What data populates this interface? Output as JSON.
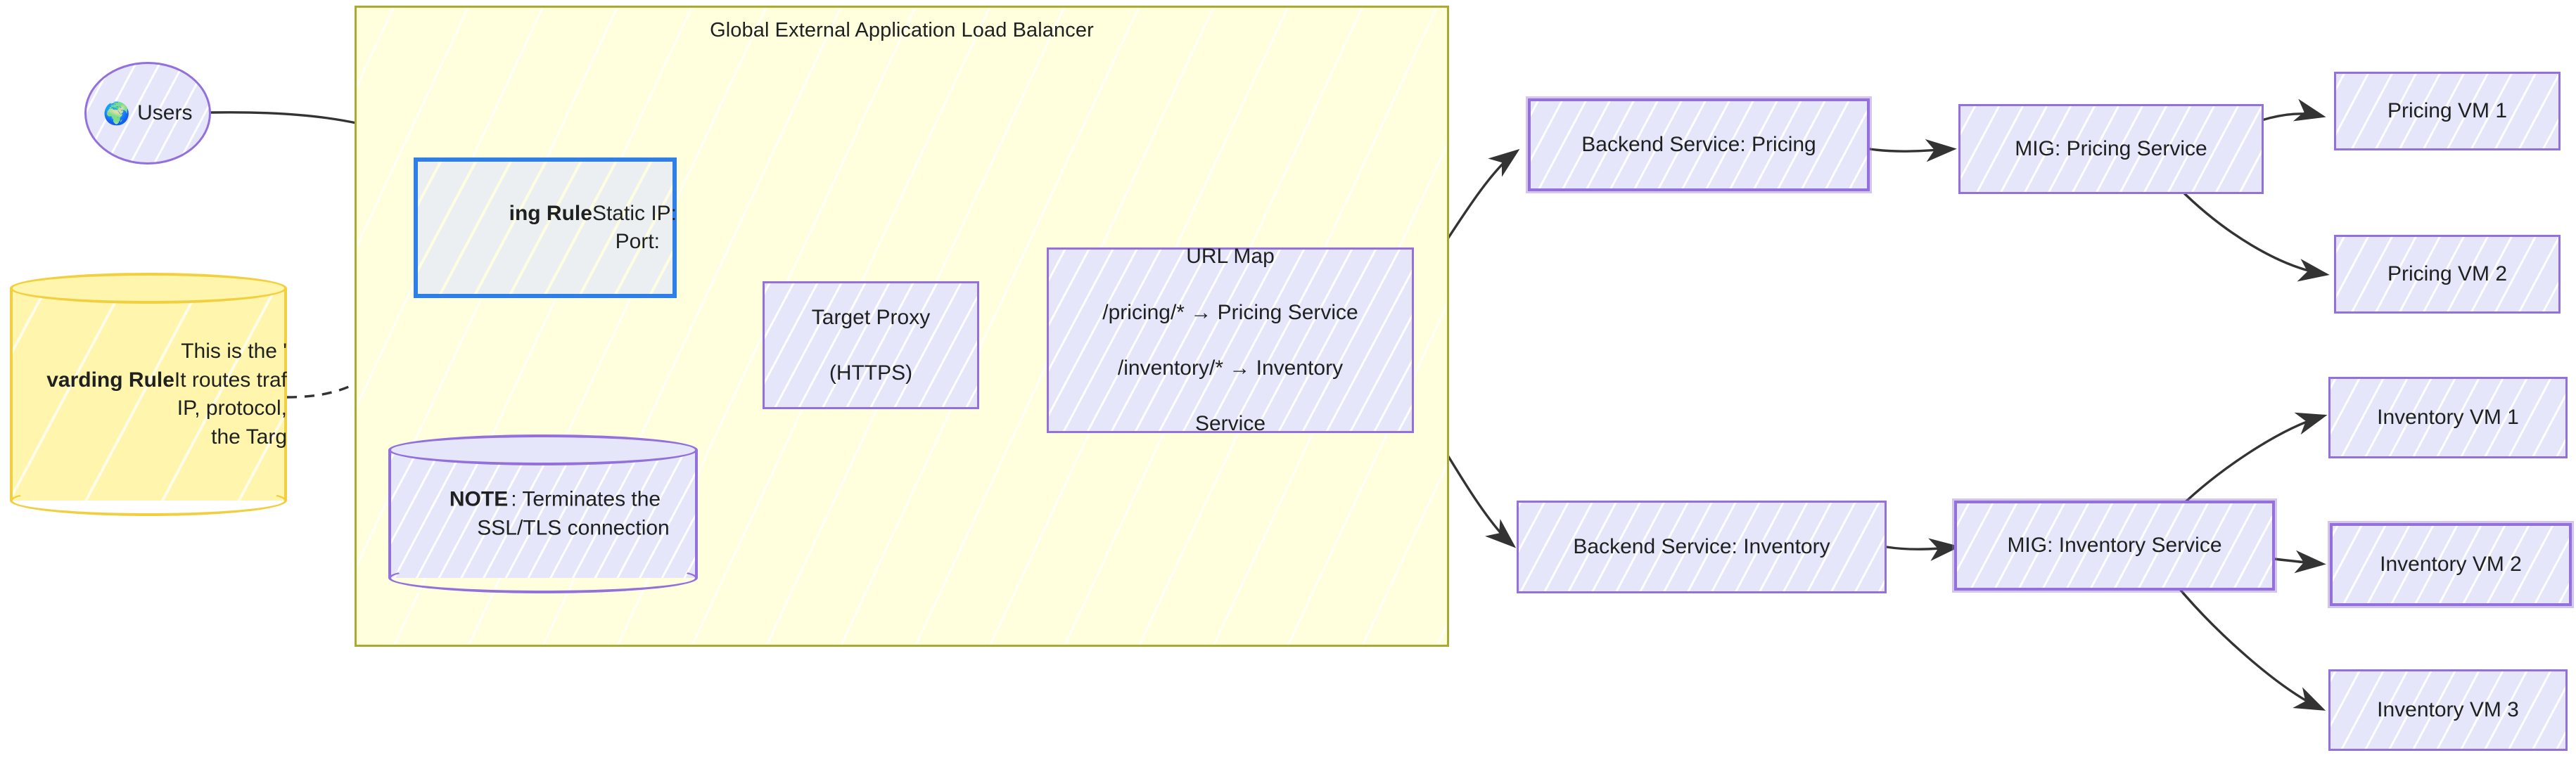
{
  "diagram": {
    "type": "flowchart",
    "subgraph": {
      "title": "Global External Application Load Balancer"
    },
    "nodes": {
      "users": {
        "label": "Users",
        "icon": "globe-icon"
      },
      "forwarding_rule": {
        "line1_bold": "ing Rule",
        "line1_rest": "Static IP:",
        "line2": "Port:"
      },
      "note_forwarding": {
        "line1": "This is the '",
        "line2_bold": "varding Rule",
        "line2_rest": "It routes traf",
        "line3": "IP, protocol,",
        "line4": "the Targ"
      },
      "target_proxy": {
        "line1": "Target Proxy",
        "line2": "(HTTPS)"
      },
      "note_proxy": {
        "bold": "NOTE",
        "line1_rest": ": Terminates the",
        "line2": "SSL/TLS connection"
      },
      "url_map": {
        "line1": "URL Map",
        "line2": "/pricing/* → Pricing Service",
        "line3": "/inventory/* → Inventory",
        "line4": "Service"
      },
      "backend_pricing": {
        "label": "Backend Service: Pricing"
      },
      "backend_inventory": {
        "label": "Backend Service: Inventory"
      },
      "mig_pricing": {
        "label": "MIG: Pricing Service"
      },
      "mig_inventory": {
        "label": "MIG: Inventory Service"
      },
      "pricing_vm_1": {
        "label": "Pricing VM 1"
      },
      "pricing_vm_2": {
        "label": "Pricing VM 2"
      },
      "inventory_vm_1": {
        "label": "Inventory VM 1"
      },
      "inventory_vm_2": {
        "label": "Inventory VM 2"
      },
      "inventory_vm_3": {
        "label": "Inventory VM 3"
      }
    },
    "colors": {
      "subgraph_fill": "#ffffde",
      "subgraph_border": "#aaaa33",
      "node_fill": "#e6e6fa",
      "node_border": "#9370db",
      "forwarding_border": "#2f7fe8",
      "forwarding_fill": "#eceff1",
      "note_fill": "#fff5ad",
      "note_border": "#f2cf3e",
      "edge": "#333333",
      "text": "#1f2020"
    }
  }
}
